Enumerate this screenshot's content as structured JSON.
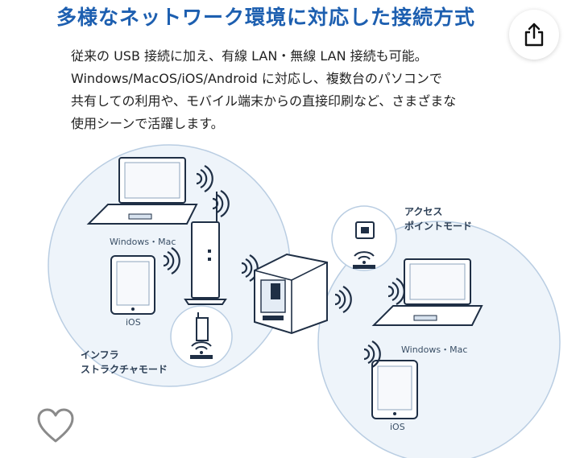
{
  "title": "多様なネットワーク環境に対応した接続方式",
  "description": {
    "line1": "従来の USB 接続に加え、有線 LAN・無線 LAN 接続も可能。",
    "line2": "Windows/MacOS/iOS/Android に対応し、複数台のパソコンで",
    "line3": "共有しての利用や、モバイル端末からの直接印刷など、さまざまな",
    "line4": "使用シーンで活躍します。"
  },
  "diagram": {
    "left_laptop_label": "Windows・Mac",
    "left_tablet_label": "iOS",
    "infra_mode_line1": "インフラ",
    "infra_mode_line2": "ストラクチャモード",
    "ap_mode_line1": "アクセス",
    "ap_mode_line2": "ポイントモード",
    "right_laptop_label": "Windows・Mac",
    "right_tablet_label": "iOS"
  },
  "icons": {
    "share": "share-icon",
    "favorite": "heart-icon"
  },
  "colors": {
    "title": "#1d5fb0",
    "circle_fill": "#eef4fa",
    "circle_stroke": "#b9cde2"
  }
}
